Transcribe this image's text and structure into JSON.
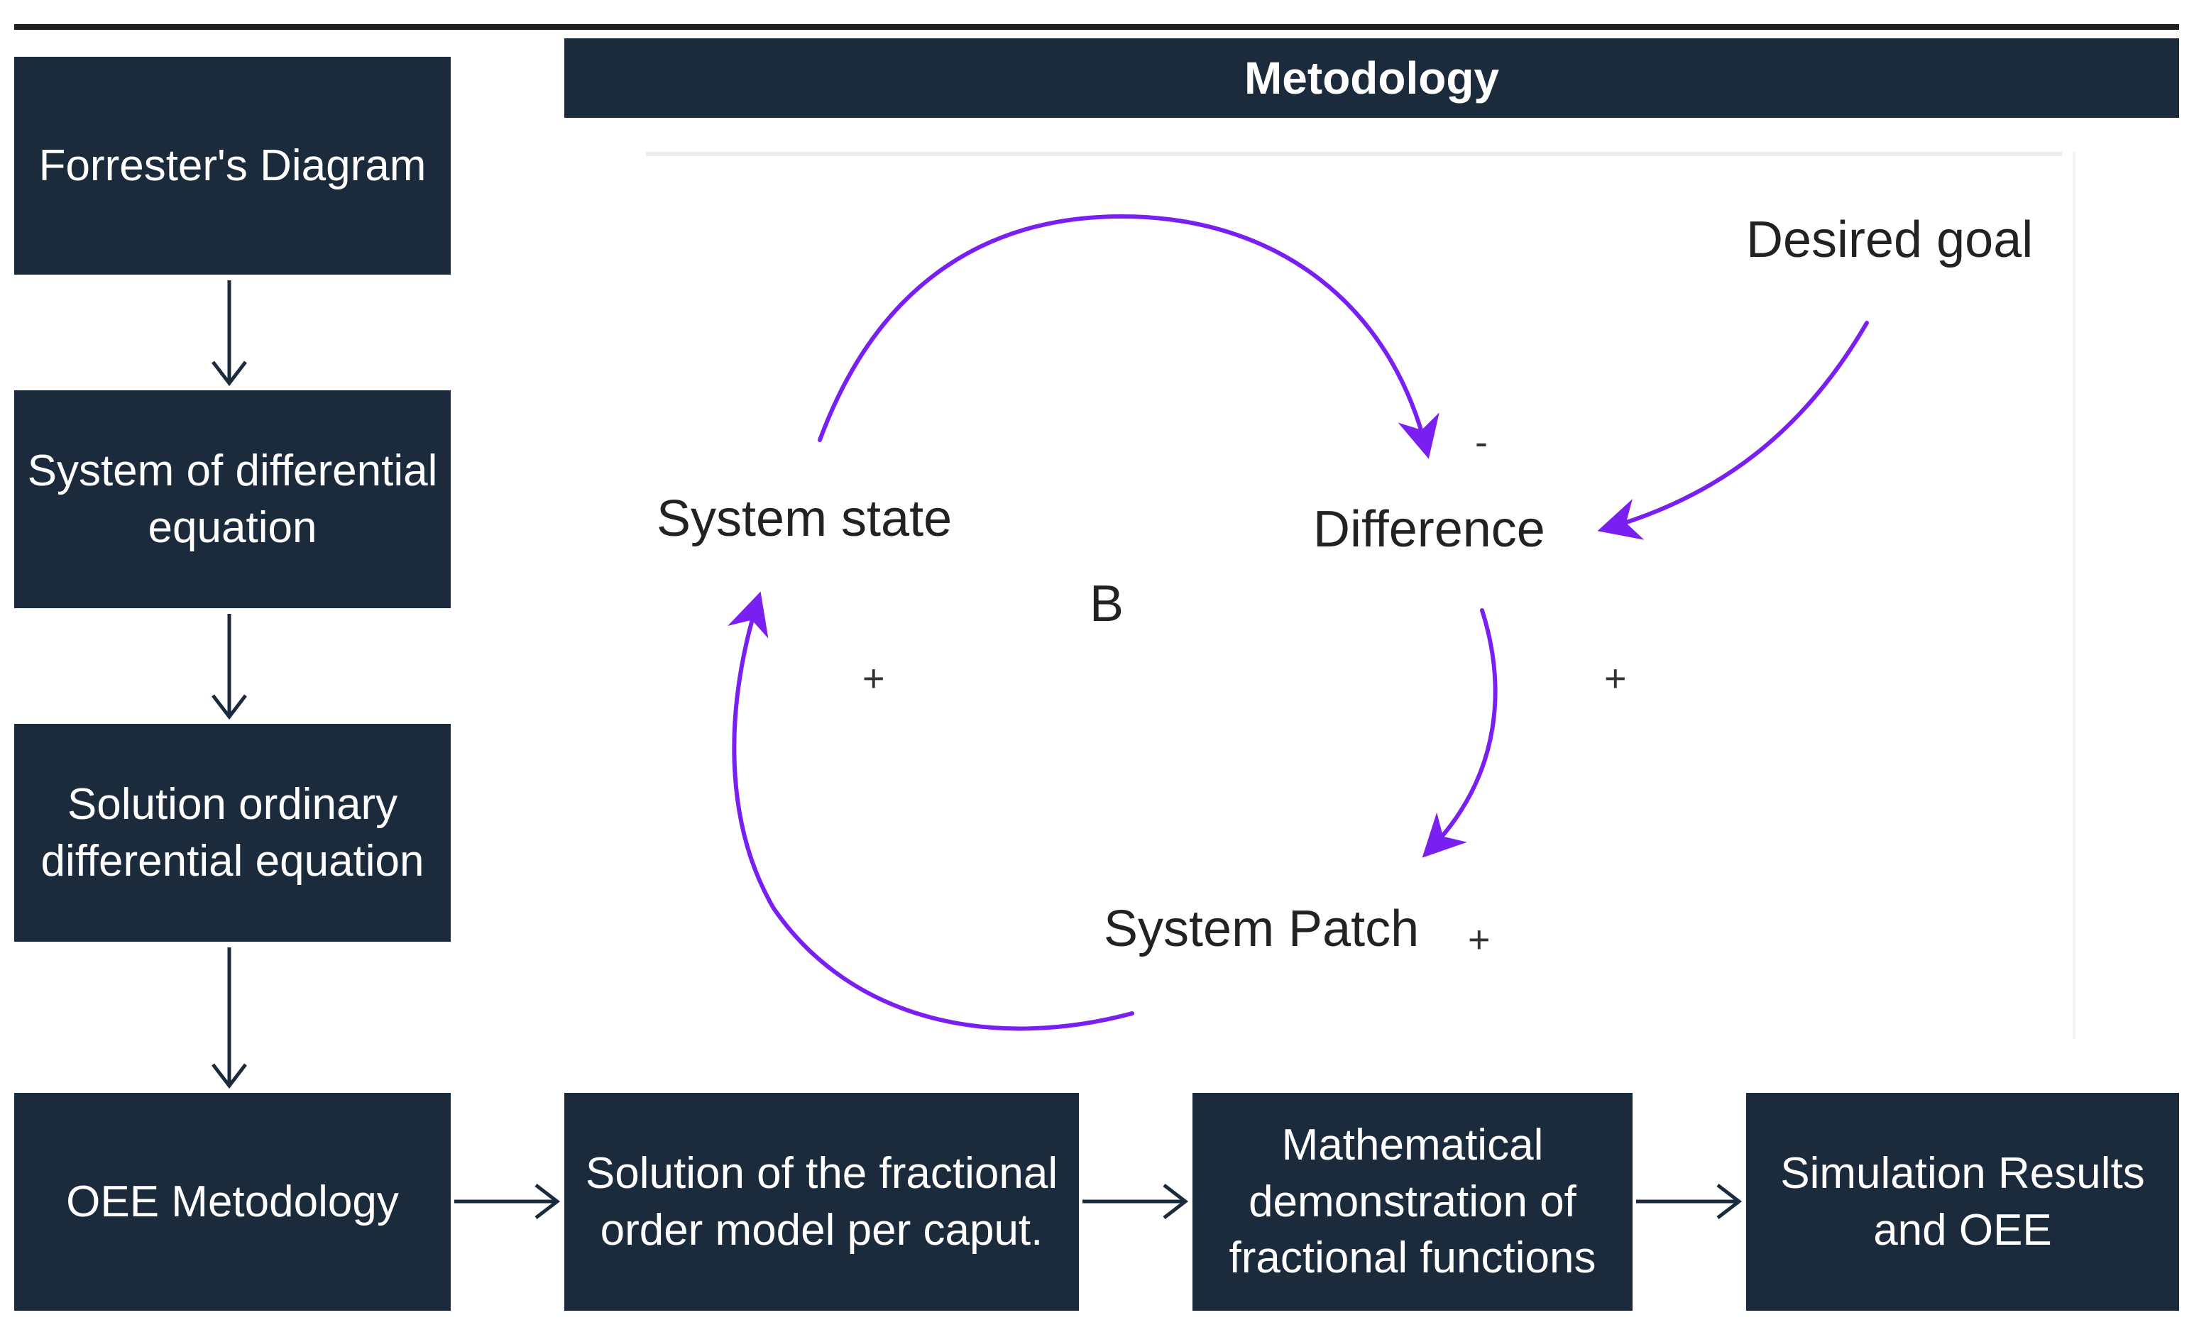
{
  "header": {
    "title": "Metodology"
  },
  "left_column": {
    "boxes": [
      {
        "label": "Forrester's Diagram"
      },
      {
        "label": "System of differential\nequation"
      },
      {
        "label": "Solution ordinary\ndifferential equation"
      },
      {
        "label": "OEE Metodology"
      }
    ]
  },
  "bottom_row": {
    "boxes": [
      {
        "label": "Solution of the fractional\norder model per caput."
      },
      {
        "label": "Mathematical\ndemonstration of\nfractional functions"
      },
      {
        "label": "Simulation Results\nand OEE"
      }
    ]
  },
  "loop_diagram": {
    "nodes": {
      "system_state": "System state",
      "difference": "Difference",
      "system_patch": "System Patch",
      "desired_goal": "Desired goal"
    },
    "loop_label": "B",
    "signs": {
      "state_to_difference": "-",
      "difference_to_patch": "+",
      "patch_to_state": "+",
      "patch_polarity": "+"
    },
    "arrow_color": "#7a1ff2"
  },
  "colors": {
    "box_fill": "#1b2b3c",
    "flow_arrow": "#1b2b3c"
  }
}
